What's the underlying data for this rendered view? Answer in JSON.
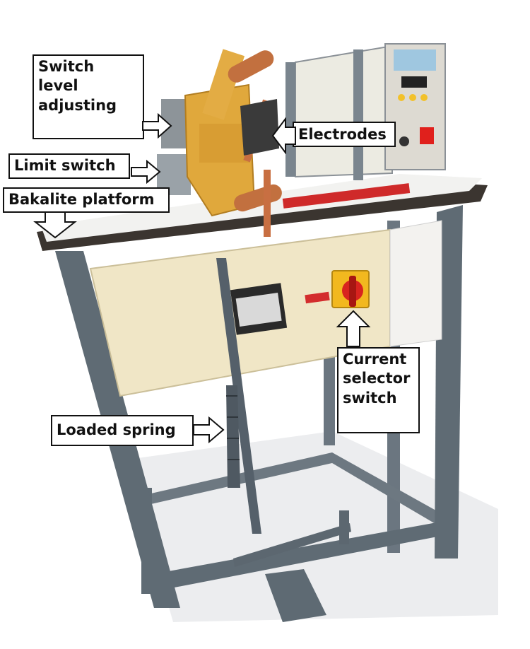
{
  "labels": {
    "switch_level": "Switch\nlevel\nadjusting",
    "electrodes": "Electrodes",
    "limit_switch": "Limit switch",
    "bakalite_platform": "Bakalite platform",
    "current_selector": "Current\nselector\nswitch",
    "loaded_spring": "Loaded spring"
  },
  "colors": {
    "frame": "#5f6b74",
    "platform": "#3b3530",
    "enclosure": "#eee4c4",
    "brass": "#e0a83c",
    "copper": "#c2703f",
    "selector_base": "#f2b81f",
    "selector_knob": "#d8231f"
  }
}
